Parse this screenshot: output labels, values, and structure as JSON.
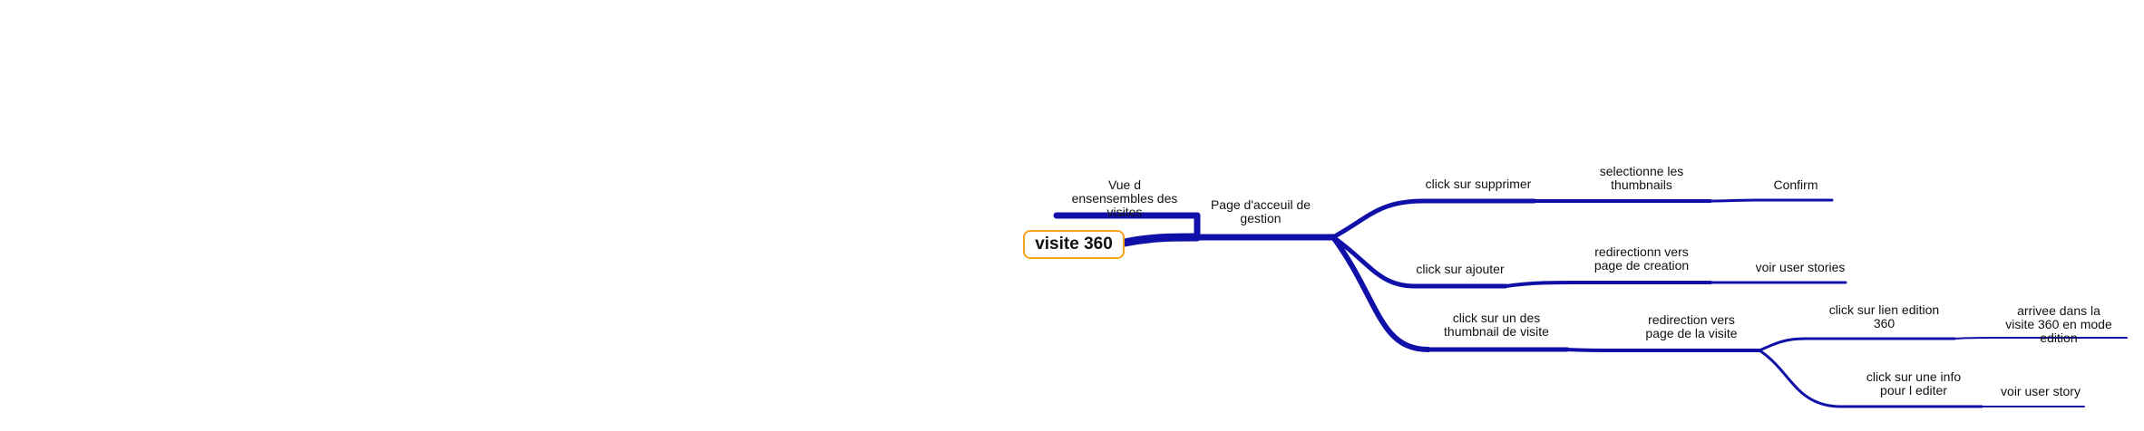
{
  "colors": {
    "branch": "#1010A8",
    "root_border": "#F5A31A",
    "text": "#111111"
  },
  "root": {
    "label": "visite 360"
  },
  "nodes": {
    "vue": "Vue  d\nensensembles  des\nvisites",
    "page": "Page  d'acceuil  de\ngestion",
    "supprimer": "click sur supprimer",
    "selectionne": "selectionne  les\nthumbnails",
    "confirm": "Confirm",
    "ajouter": "click sur ajouter",
    "redirection_creation": "redirectionn  vers\npage  de  creation",
    "voir_stories": "voir user stories",
    "thumbnail": "click  sur  un  des\nthumbnail  de  visite",
    "redirection_visite": "redirection  vers\npage  de  la  visite",
    "lien_edition": "click  sur  lien  edition\n360",
    "arrivee": "arrivee  dans  la\nvisite  360  en  mode\nedition",
    "info": "click  sur  une  info\npour  l  editer",
    "voir_story": "voir user story"
  }
}
